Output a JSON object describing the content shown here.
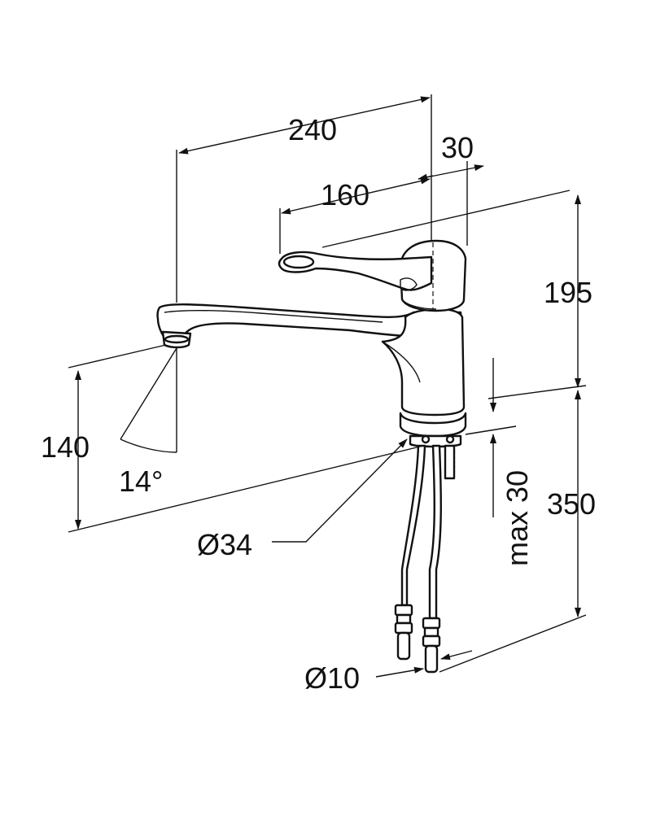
{
  "dimensions": {
    "overall_reach": "240",
    "handle_offset": "30",
    "handle_reach": "160",
    "height_above_deck": "195",
    "spout_clearance": "140",
    "spray_angle": "14°",
    "hole_diameter": "Ø34",
    "max_deck_thickness": "max 30",
    "hose_length": "350",
    "hose_connection": "Ø10"
  },
  "colors": {
    "line": "#111111",
    "background": "#ffffff"
  }
}
